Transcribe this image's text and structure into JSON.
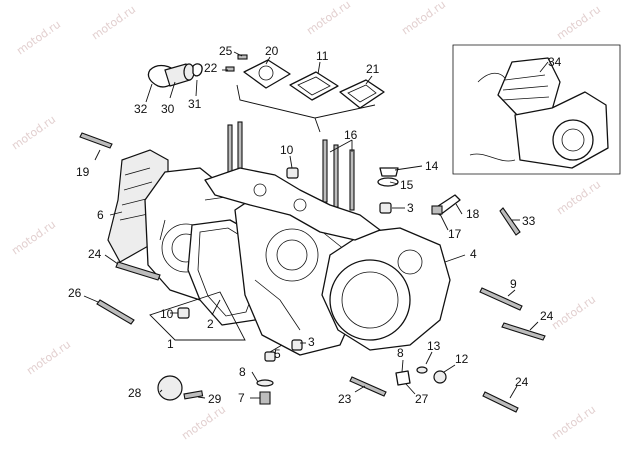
{
  "watermark": "motod.ru",
  "callouts": {
    "c1": "1",
    "c2": "2",
    "c3": "3",
    "c4": "4",
    "c5": "5",
    "c6": "6",
    "c7": "7",
    "c8a": "8",
    "c8b": "8",
    "c9": "9",
    "c10a": "10",
    "c10b": "10",
    "c11": "11",
    "c12": "12",
    "c13": "13",
    "c14": "14",
    "c15": "15",
    "c16": "16",
    "c17": "17",
    "c18": "18",
    "c19": "19",
    "c20": "20",
    "c21": "21",
    "c22": "22",
    "c23": "23",
    "c24a": "24",
    "c24b": "24",
    "c24c": "24",
    "c25": "25",
    "c26": "26",
    "c27": "27",
    "c28": "28",
    "c29": "29",
    "c30": "30",
    "c31": "31",
    "c32": "32",
    "c33": "33",
    "c34": "34"
  }
}
